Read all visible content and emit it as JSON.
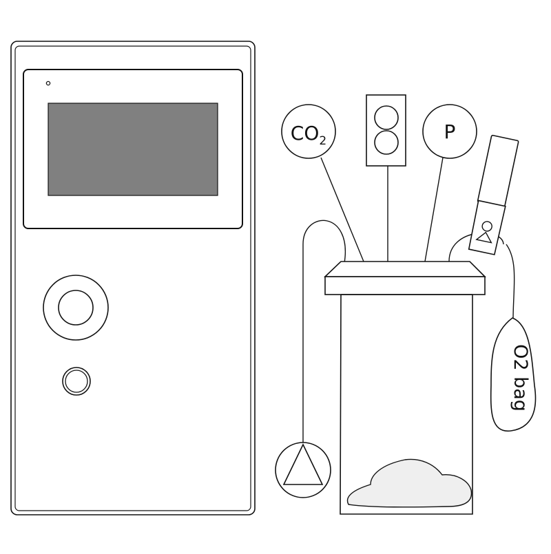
{
  "colors": {
    "stroke": "#111111",
    "screen_fill": "#808080",
    "sample_fill": "#efefef",
    "background": "#ffffff"
  },
  "diagram": {
    "co2_sensor": {
      "label_main": "CO",
      "label_sub": "2"
    },
    "pressure_sensor": {
      "label": "P"
    },
    "o2_bag": {
      "label": "O2 bag"
    },
    "icons": [
      "humidity-temperature-sensor-icon",
      "oxygen-sensor-icon",
      "pump-icon"
    ]
  }
}
